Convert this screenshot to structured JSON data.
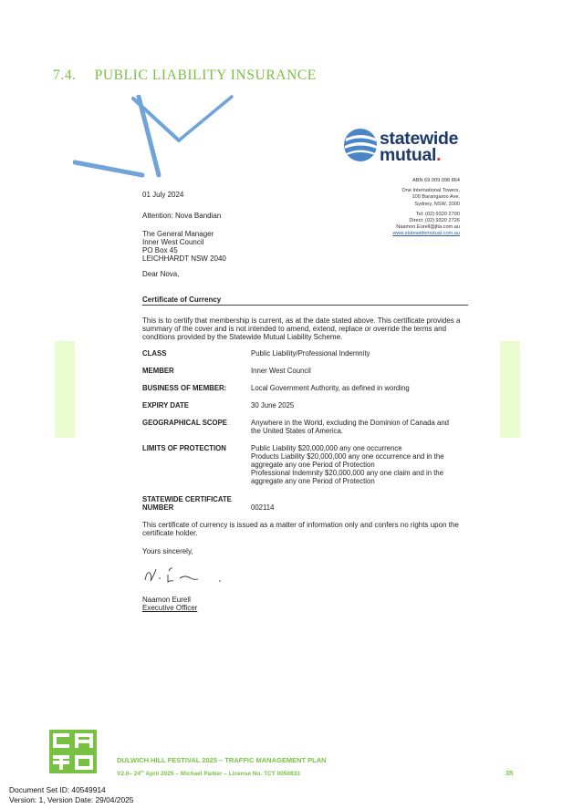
{
  "section": {
    "number": "7.4.",
    "title": "PUBLIC LIABILITY INSURANCE"
  },
  "insurer": {
    "logo_line1": "statewide",
    "logo_line2": "mutual",
    "logo_dot": ".",
    "abn": "ABN   69 009 098 864",
    "address": [
      "One International Towers,",
      "100 Barangaroo Ave,",
      "Sydney, NSW, 2000"
    ],
    "tel": "Tel: (02) 9320 2700",
    "direct": "Direct: (02) 9320 2726",
    "email": "Naamon.Eurell@jlta.com.au",
    "website": "www.statewidemutual.com.au"
  },
  "letter": {
    "date": "01 July 2024",
    "attention": "Attention: Nova Bandian",
    "recipient": [
      "The General Manager",
      "Inner West Council",
      "PO Box 45",
      "LEICHHARDT NSW 2040"
    ],
    "salutation": "Dear Nova,",
    "subject": "Certificate of Currency",
    "intro_lines": [
      "This is to certify that membership is current, as at the date stated above. This certificate provides a",
      "summary of the cover and is not intended to amend, extend, replace or override the terms and",
      "conditions provided by the Statewide Mutual Liability Scheme."
    ],
    "rows": [
      {
        "label": [
          "CLASS"
        ],
        "value": [
          "Public Liability/Professional Indemnity"
        ]
      },
      {
        "label": [
          "MEMBER"
        ],
        "value": [
          "Inner West Council"
        ]
      },
      {
        "label": [
          "BUSINESS OF MEMBER:"
        ],
        "value": [
          "Local Government Authority, as defined in wording"
        ]
      },
      {
        "label": [
          "EXPIRY DATE"
        ],
        "value": [
          "30 June 2025"
        ]
      },
      {
        "label": [
          "GEOGRAPHICAL SCOPE"
        ],
        "value": [
          "Anywhere in the World, excluding the Dominion of Canada and",
          "the United States of America."
        ]
      },
      {
        "label": [
          "LIMITS OF PROTECTION"
        ],
        "value": [
          "Public Liability $20,000,000 any one occurrence",
          "Products Liability $20,000,000 any one occurrence and in the",
          "aggregate any one Period of Protection",
          "Professional Indemnity $20,000,000 any one claim and in the",
          "aggregate any one Period of Protection"
        ]
      },
      {
        "label": [
          "STATEWIDE CERTIFICATE",
          "NUMBER"
        ],
        "value": [
          "",
          "002114"
        ]
      }
    ],
    "closing_lines": [
      "This certificate of currency is issued as a matter of information only and confers no rights upon the",
      "certificate holder."
    ],
    "signoff": "Yours sincerely,",
    "signatory_name": "Naamon Eurell",
    "signatory_title": "Executive Officer"
  },
  "footer": {
    "title": "DULWICH HILL FESTIVAL 2025 – TRAFFIC MANAGEMENT PLAN",
    "sub_version": "V2.0– 24",
    "sub_sup": "th",
    "sub_rest": " April 2025 – Michael Parker – License No. TCT 0050833",
    "page": "35",
    "doc_set": "Document Set ID: 40549914",
    "version": "Version: 1, Version Date: 29/04/2025"
  },
  "colors": {
    "accent_green": "#79c143",
    "brand_navy": "#1d3a6b",
    "brand_red": "#e3312d",
    "deco_blue": "#6fa3da"
  }
}
